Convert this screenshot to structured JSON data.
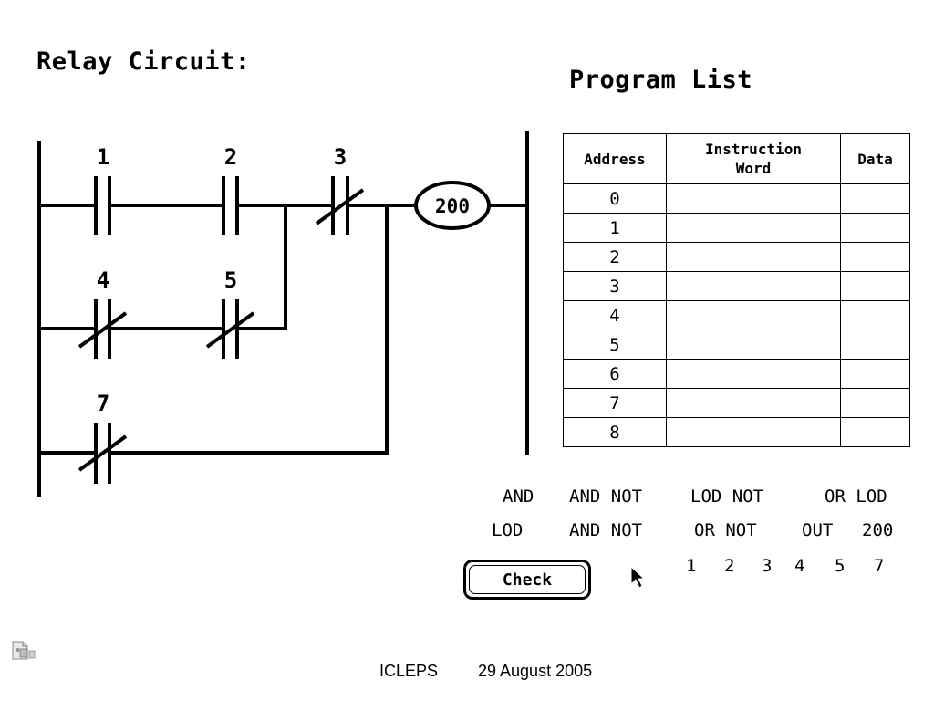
{
  "relay_circuit": {
    "title": "Relay Circuit:",
    "contacts": [
      "1",
      "2",
      "3",
      "4",
      "5",
      "7"
    ],
    "output_coil": "200"
  },
  "program_list": {
    "title": "Program List",
    "columns": [
      "Address",
      "Instruction Word",
      "Data"
    ],
    "rows": [
      {
        "address": "0",
        "instruction": "",
        "data": ""
      },
      {
        "address": "1",
        "instruction": "",
        "data": ""
      },
      {
        "address": "2",
        "instruction": "",
        "data": ""
      },
      {
        "address": "3",
        "instruction": "",
        "data": ""
      },
      {
        "address": "4",
        "instruction": "",
        "data": ""
      },
      {
        "address": "5",
        "instruction": "",
        "data": ""
      },
      {
        "address": "6",
        "instruction": "",
        "data": ""
      },
      {
        "address": "7",
        "instruction": "",
        "data": ""
      },
      {
        "address": "8",
        "instruction": "",
        "data": ""
      }
    ]
  },
  "keywords": {
    "row1": [
      "AND",
      "AND NOT",
      "LOD NOT",
      "OR LOD"
    ],
    "row2": [
      "LOD",
      "AND NOT",
      "OR NOT",
      "OUT",
      "200"
    ],
    "numbers": [
      "1",
      "2",
      "3",
      "4",
      "5",
      "7"
    ]
  },
  "check_button": {
    "label": "Check"
  },
  "footer": {
    "organization": "ICLEPS",
    "date": "29 August 2005"
  },
  "icons": {
    "pointer": "arrow-cursor-icon",
    "document": "document-icon"
  }
}
